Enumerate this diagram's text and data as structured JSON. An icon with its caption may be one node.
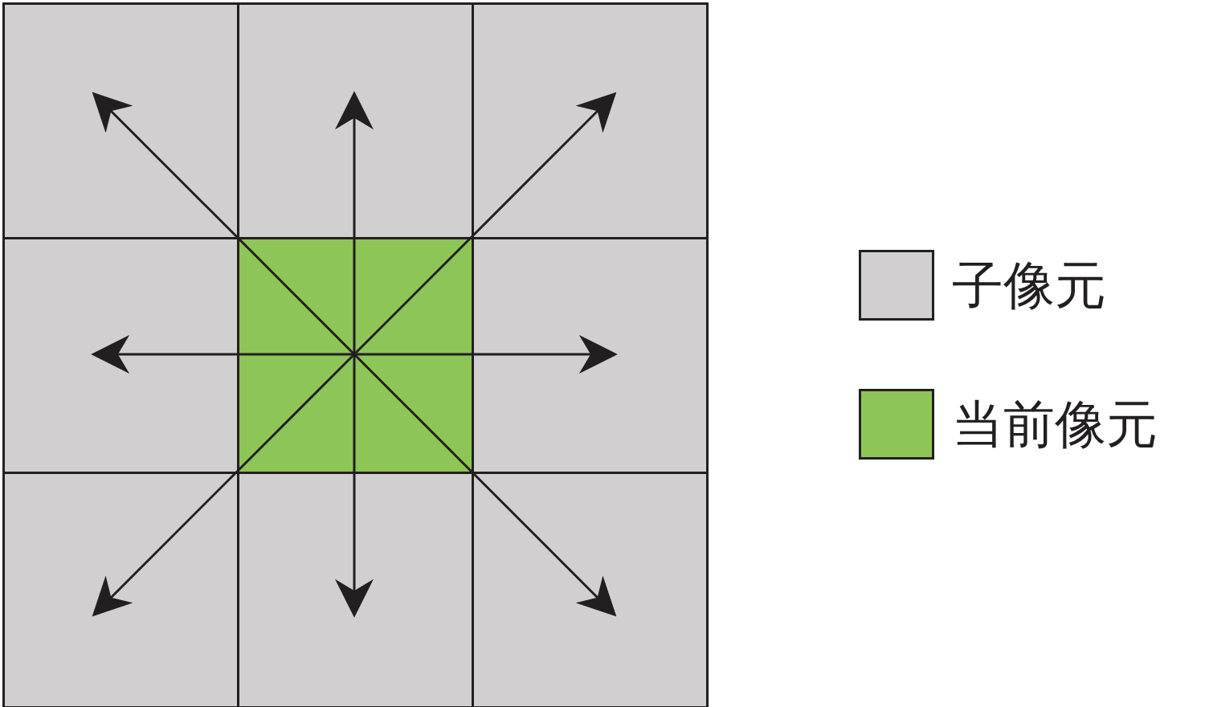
{
  "diagram": {
    "nodes": [
      {
        "text": [],
        "shape": "box"
      },
      {
        "text": [],
        "shape": "box"
      },
      {
        "text": [],
        "shape": "box"
      },
      {
        "text": [],
        "shape": "box"
      },
      {
        "text": [],
        "shape": "box"
      },
      {
        "text": [],
        "shape": "box"
      },
      {
        "text": [],
        "shape": "box"
      },
      {
        "text": [],
        "shape": "box"
      },
      {
        "text": [],
        "shape": "box"
      }
    ],
    "edges": [
      {
        "from": 4,
        "to": 0,
        "arrow": "to"
      },
      {
        "from": 4,
        "to": 1,
        "arrow": "to"
      },
      {
        "from": 4,
        "to": 2,
        "arrow": "to"
      },
      {
        "from": 4,
        "to": 3,
        "arrow": "to"
      },
      {
        "from": 4,
        "to": 5,
        "arrow": "to"
      },
      {
        "from": 4,
        "to": 6,
        "arrow": "to"
      },
      {
        "from": 4,
        "to": 7,
        "arrow": "to"
      },
      {
        "from": 4,
        "to": 8,
        "arrow": "to"
      }
    ],
    "legend": [
      {
        "text": "子像元",
        "color": "#d1cfd0"
      },
      {
        "text": "当前像元",
        "color": "#8dc556"
      }
    ]
  }
}
